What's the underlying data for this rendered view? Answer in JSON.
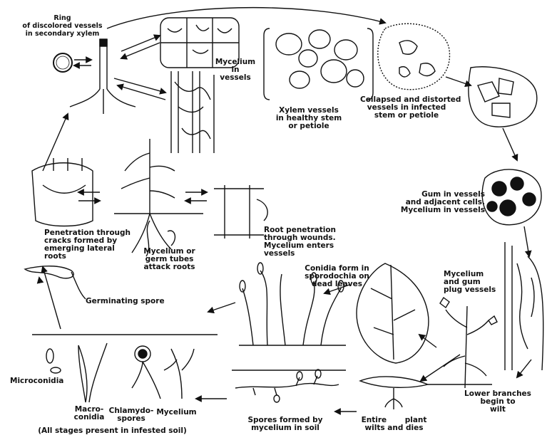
{
  "labels": {
    "ring": "Ring\nof discolored vessels\nin secondary xylem",
    "mycelium_in_vessels": "Mycelium\nin\nvessels",
    "xylem_healthy": "Xylem vessels\nin healthy stem\nor petiole",
    "collapsed": "Collapsed and distorted\nvessels in infected\nstem or petiole",
    "gum": "Gum in vessels\nand adjacent cells.\nMycelium in vessels",
    "penetration_cracks": "Penetration through\ncracks formed by\nemerging lateral\nroots",
    "mycelium_germ_tubes": "Mycelium or\ngerm tubes\nattack roots",
    "root_penetration": "Root penetration\nthrough wounds.\nMycelium enters\nvessels",
    "germinating_spore": "Germinating spore",
    "conidia_form": "Conidia form in\nsporodochia on\ndead leaves",
    "mycelium_gum_plug": "Mycelium\nand gum\nplug vessels",
    "microconidia": "Microconidia",
    "macroconidia": "Macro-\nconidia",
    "chlamydospores": "Chlamydo-\nspores",
    "mycelium": "Mycelium",
    "all_stages": "(All stages present in infested soil)",
    "spores_formed": "Spores formed by\nmycelium in soil",
    "entire_plant": "Entire       plant\nwilts and dies",
    "lower_branches": "Lower branches\nbegin to\nwilt"
  }
}
